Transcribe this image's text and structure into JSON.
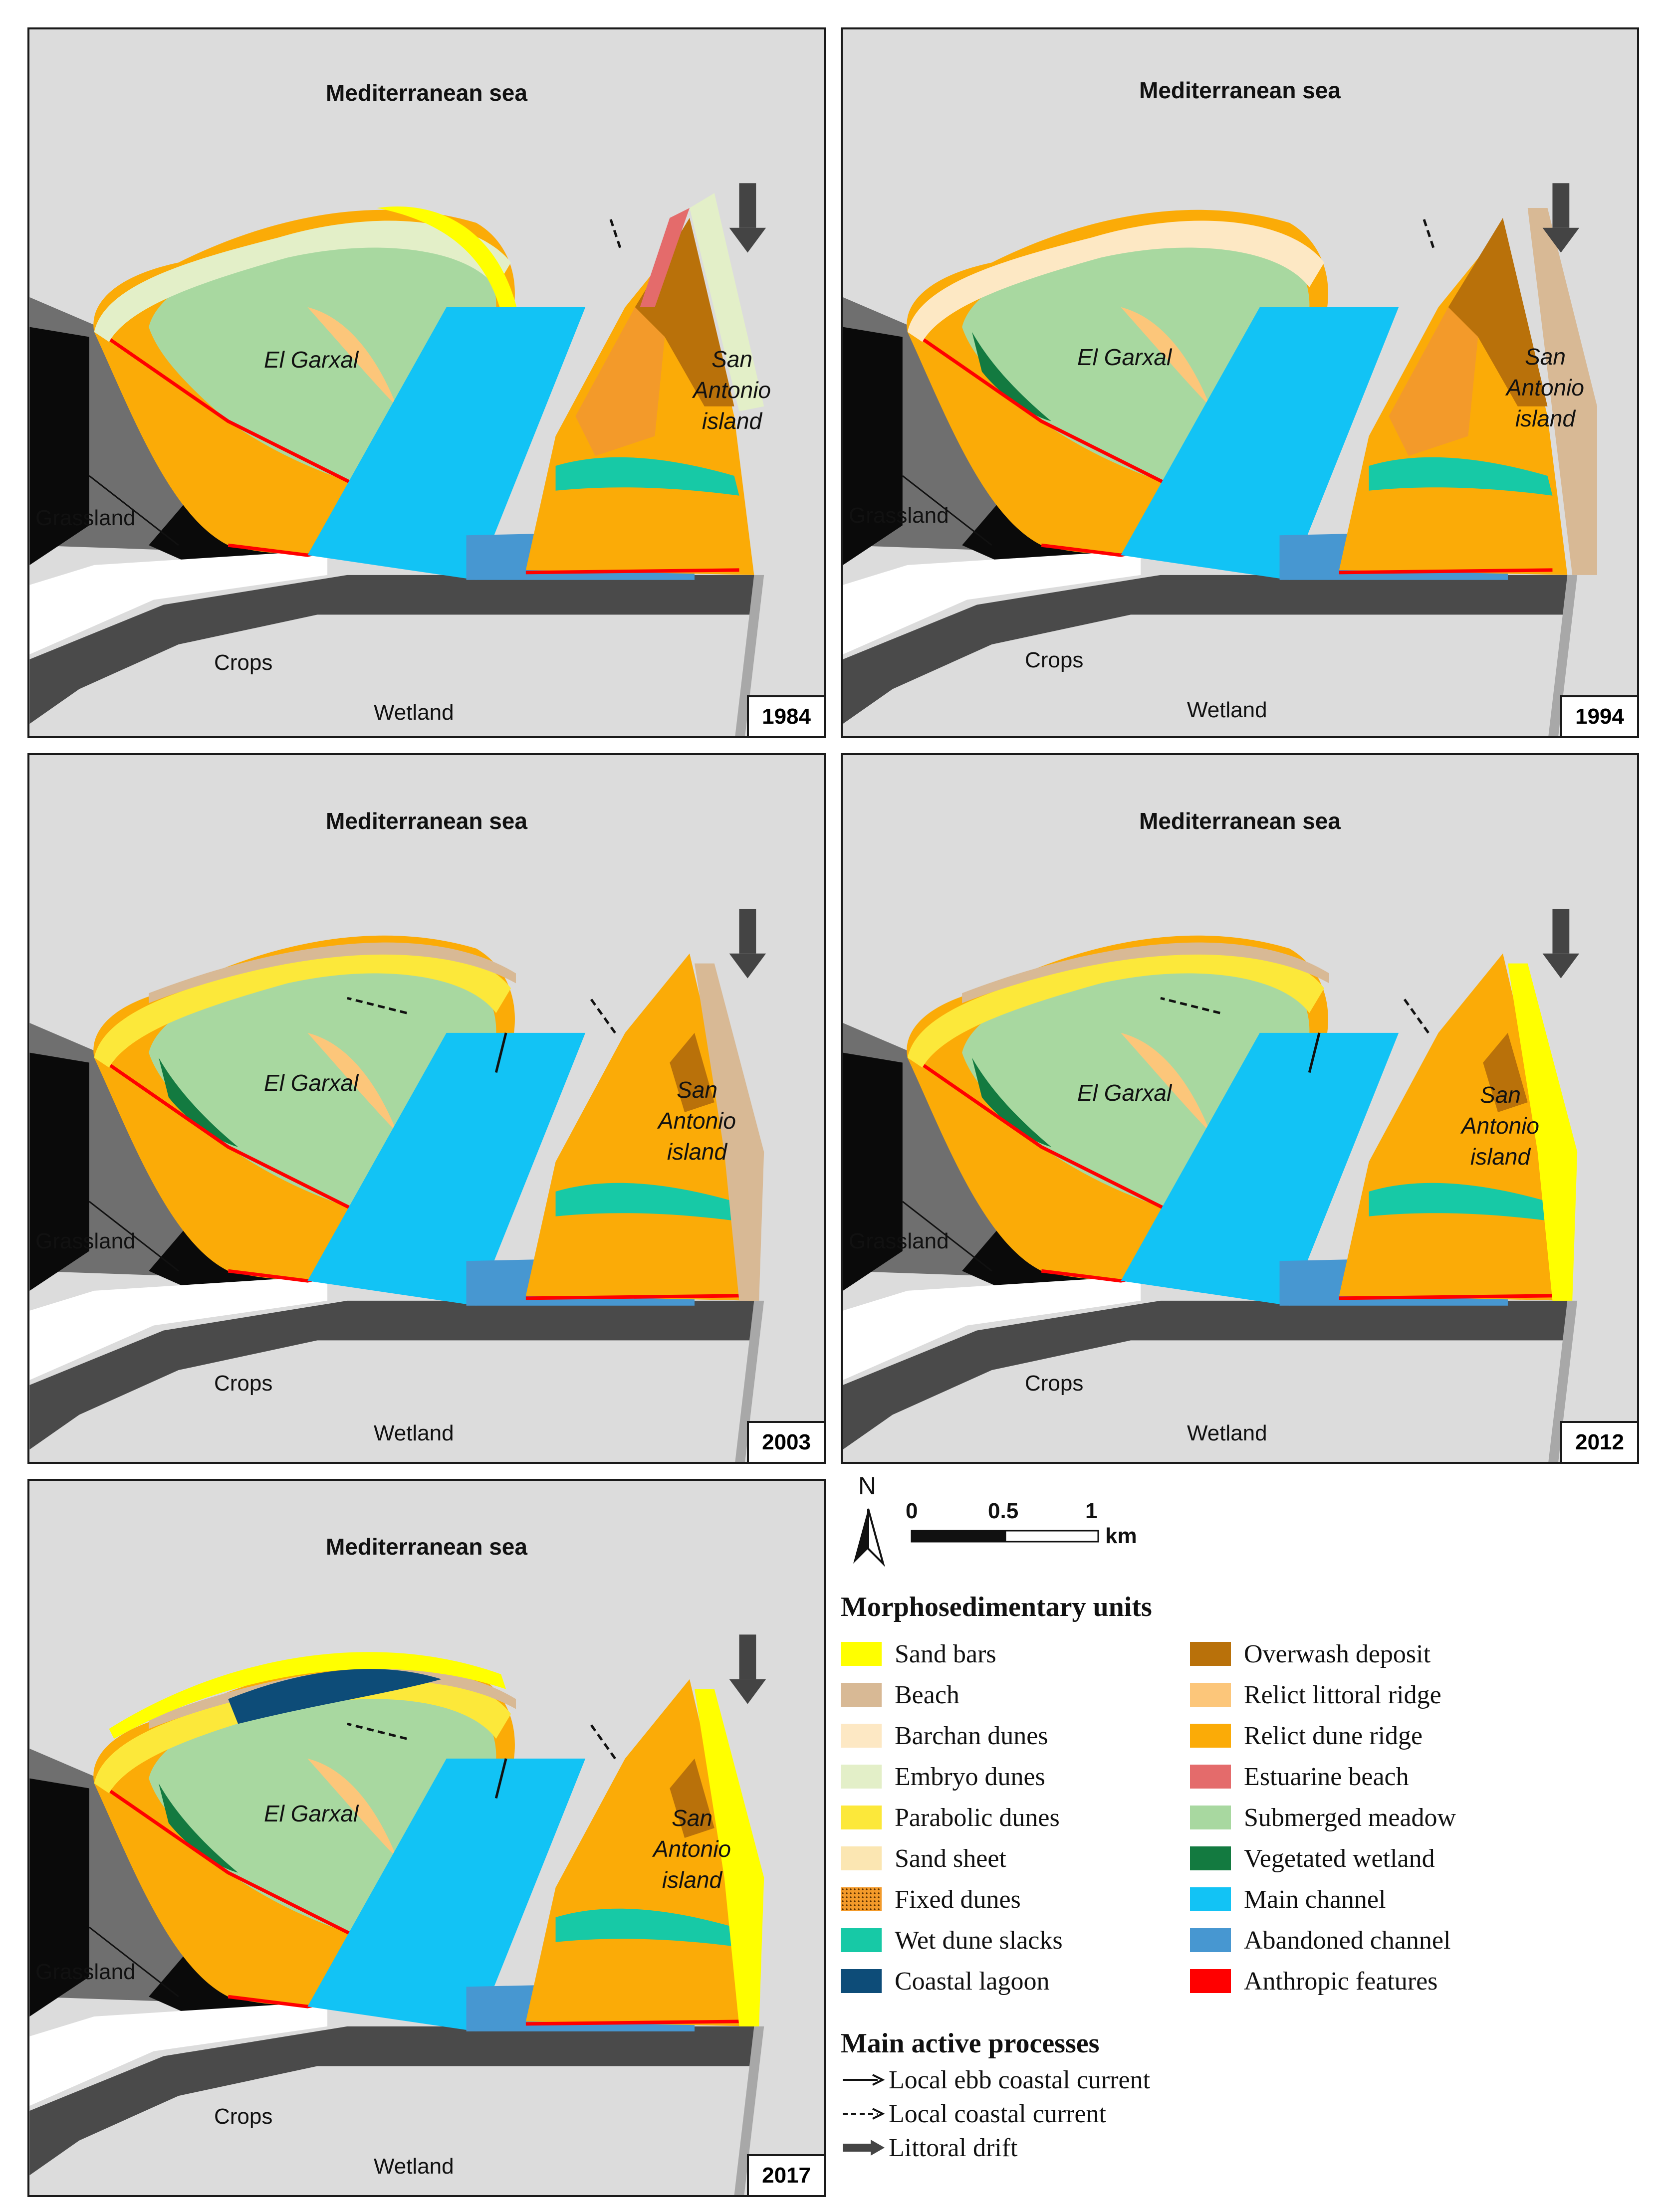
{
  "panels": [
    {
      "year": "1984",
      "sea": "Mediterranean sea",
      "garxal": "El Garxal",
      "grassland": "Grassland",
      "crops": "Crops",
      "wetland": "Wetland",
      "island": [
        "San",
        "Antonio",
        "island"
      ]
    },
    {
      "year": "1994",
      "sea": "Mediterranean sea",
      "garxal": "El Garxal",
      "grassland": "Grassland",
      "crops": "Crops",
      "wetland": "Wetland",
      "island": [
        "San",
        "Antonio",
        "island"
      ]
    },
    {
      "year": "2003",
      "sea": "Mediterranean sea",
      "garxal": "El Garxal",
      "grassland": "Grassland",
      "crops": "Crops",
      "wetland": "Wetland",
      "island": [
        "San",
        "Antonio",
        "island"
      ]
    },
    {
      "year": "2012",
      "sea": "Mediterranean sea",
      "garxal": "El Garxal",
      "grassland": "Grassland",
      "crops": "Crops",
      "wetland": "Wetland",
      "island": [
        "San",
        "Antonio",
        "island"
      ]
    },
    {
      "year": "2017",
      "sea": "Mediterranean sea",
      "garxal": "El Garxal",
      "grassland": "Grassland",
      "crops": "Crops",
      "wetland": "Wetland",
      "island": [
        "San",
        "Antonio",
        "island"
      ]
    }
  ],
  "north": "N",
  "scale": {
    "ticks": [
      "0",
      "0.5",
      "1"
    ],
    "unit": "km"
  },
  "legend": {
    "units_title": "Morphosedimentary units",
    "units": [
      {
        "label": "Sand bars",
        "color": "#ffff00"
      },
      {
        "label": "Beach",
        "color": "#d8b995"
      },
      {
        "label": "Barchan dunes",
        "color": "#fde8c4"
      },
      {
        "label": "Embryo dunes",
        "color": "#e3efc8"
      },
      {
        "label": "Parabolic dunes",
        "color": "#fce83a"
      },
      {
        "label": "Sand sheet",
        "color": "#fbe6b2"
      },
      {
        "label": "Fixed dunes",
        "color": "#f39a2a"
      },
      {
        "label": "Wet dune slacks",
        "color": "#17c9a6"
      },
      {
        "label": "Coastal lagoon",
        "color": "#0d4c78"
      },
      {
        "label": "Overwash deposit",
        "color": "#b9710a"
      },
      {
        "label": "Relict littoral ridge",
        "color": "#fcc67a"
      },
      {
        "label": "Relict dune ridge",
        "color": "#fbab07"
      },
      {
        "label": "Estuarine beach",
        "color": "#e46b6b"
      },
      {
        "label": "Submerged meadow",
        "color": "#a8d8a0"
      },
      {
        "label": "Vegetated wetland",
        "color": "#137a40"
      },
      {
        "label": "Main channel",
        "color": "#12c3f5"
      },
      {
        "label": "Abandoned channel",
        "color": "#4797d1"
      },
      {
        "label": "Anthropic features",
        "color": "#ff0000"
      }
    ],
    "processes_title": "Main active processes",
    "processes": [
      {
        "label": "Local ebb coastal current",
        "style": "solid"
      },
      {
        "label": "Local coastal current",
        "style": "dashed"
      },
      {
        "label": "Littoral drift",
        "style": "thick"
      }
    ]
  }
}
